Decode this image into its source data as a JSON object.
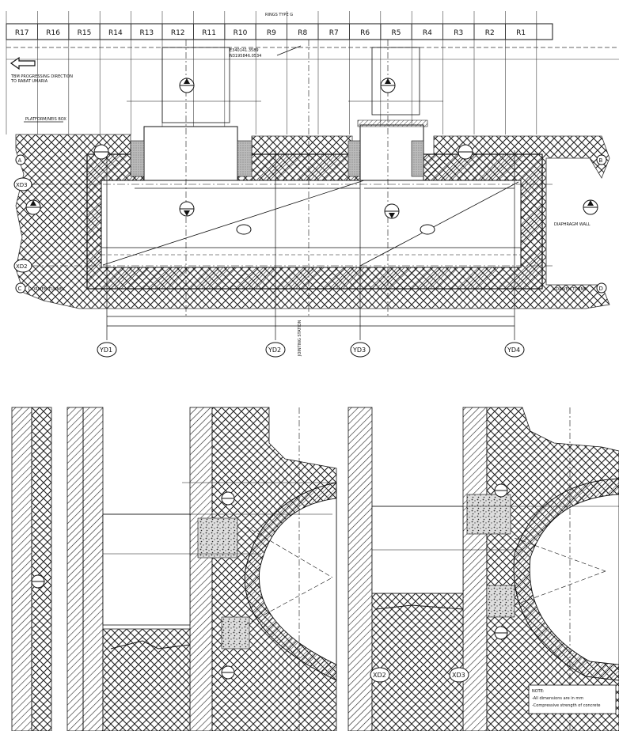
{
  "ring_type": "RINGS TYPE G",
  "ring_labels": [
    "R17",
    "R16",
    "R15",
    "R14",
    "R13",
    "R12",
    "R11",
    "R10",
    "R9",
    "R8",
    "R7",
    "R6",
    "R5",
    "R4",
    "R3",
    "R2",
    "R1"
  ],
  "coordinates": [
    "E340141.3589",
    "N3195846.0534"
  ],
  "direction_note_line1": "TBM PROGRESSING DIRECTION",
  "direction_note_line2": "TO RABAT UMARIA",
  "tag_platform": "PLATFORM/NEIS BOX",
  "tag_diaphragm": "DIAPHRAGM WALL",
  "tag_bottom_left": "L.DRIVEN TUNNEL",
  "tag_bottom_right": "L.DRIVEN TUNNEL",
  "grid_rows": [
    "A",
    "XD3",
    "XD2",
    "C",
    "B",
    "D"
  ],
  "grid_cols": [
    "YD1",
    "YD2",
    "YD3",
    "YD4"
  ],
  "detail_grid": [
    "XD2",
    "XD3"
  ],
  "vertical_note": "JOINTING STATION",
  "note_title": "NOTE:",
  "note_line1": "-All dimensions are in mm",
  "note_line2": "-Compressive strength of concrete"
}
